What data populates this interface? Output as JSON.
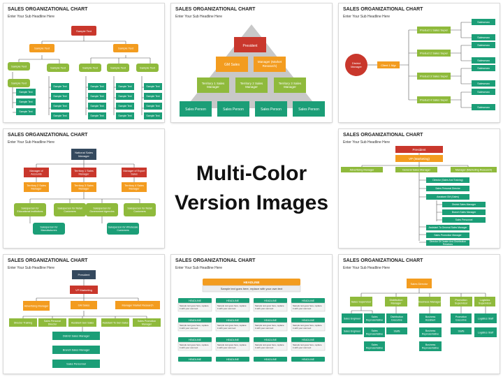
{
  "center": {
    "line1": "Multi-Color",
    "line2": "Version Images"
  },
  "colors": {
    "red": "#c9372c",
    "orange": "#f39c1f",
    "green": "#8fba3c",
    "teal": "#1b9e77",
    "navy": "#34495e",
    "grey": "#999999"
  },
  "slides": [
    {
      "title": "SALES ORGANIZATIONAL CHART",
      "subtitle": "Enter Your Sub Headline Here",
      "top": "Sample Text",
      "level2": [
        "Sample Text",
        "Sample Text"
      ],
      "level3": [
        "Sample Text",
        "Sample Text",
        "Sample Text",
        "Sample Text",
        "Sample Text"
      ],
      "leaf": "Sample Text"
    },
    {
      "title": "SALES ORGANIZATIONAL CHART",
      "subtitle": "Enter Your Sub Headline Here",
      "president": "President",
      "level2": [
        "GM Sales",
        "Manager (Market Research)"
      ],
      "level3": [
        "Territory 1 Sales Manager",
        "Territory 2 Sales Manager",
        "Territory 3 Sales Manager"
      ],
      "level4": [
        "Sales Person",
        "Sales Person",
        "Sales Person",
        "Sales Person"
      ]
    },
    {
      "title": "SALES ORGANIZATIONAL CHART",
      "subtitle": "Enter Your Sub Headline Here",
      "district": "District Manager",
      "client": "Client 1 Mgr",
      "supers": [
        "Product 1 Sales Super",
        "Product 2 Sales Super",
        "Product 3 Sales Super",
        "Product 4 Sales Super"
      ],
      "salesman": "Salesman"
    },
    {
      "title": "SALES ORGANIZATIONAL CHART",
      "subtitle": "Enter Your Sub Headline Here",
      "top": "National Sales Manager",
      "level2": [
        "Manager of Accounts",
        "Territory 1 Sales Manager",
        "Manager of Export Sales"
      ],
      "level3": [
        "Territory 2 Sales Manager",
        "Territory 3 Sales Manager",
        "Territory 4 Sales Manager"
      ],
      "level4": [
        "Salesperson for Educational Institutions",
        "Salesperson for Retail Customers",
        "Salesperson for Government Agencies",
        "Salesperson for Retail Customers"
      ],
      "level5": [
        "Salesperson for Manufacturers",
        "Salesperson for Wholesale Customers"
      ]
    },
    {
      "title": "SALES ORGANIZATIONAL CHART",
      "subtitle": "Enter Your Sub Headline Here",
      "president": "President",
      "vp": "VP (Marketing)",
      "level3": [
        "Advertising Manager",
        "General Sales Manager",
        "Manager (Marketing Research)"
      ],
      "list": [
        "Director (Sales And Training)",
        "Sales Personal Director",
        "Assistant GM (Sales)",
        "District Sales Manager",
        "Branch Sales Manager",
        "Sales Personnel",
        "Assistant To General Sales Manager",
        "Sales Promotion Manager",
        "Director Of Dealer And Distribution Relations"
      ]
    },
    {
      "title": "SALES ORGANIZATIONAL CHART",
      "subtitle": "Enter Your Sub Headline Here",
      "president": "President",
      "vp": "VP Marketing",
      "level3": [
        "Advertising Manager",
        "GM Sales",
        "Manager Market Research"
      ],
      "level4": [
        "Director Training",
        "Sales Personal Director",
        "Assistant Gen Sales",
        "Assistant To Gen Sales",
        "Sales Promotion Manager"
      ],
      "chain": [
        "District Sales Manager",
        "Branch Sales Manager",
        "Sales Personnel"
      ]
    },
    {
      "title": "SALES ORGANIZATIONAL CHART",
      "subtitle": "Enter Your Sub Headline Here",
      "headline": "HEADLINE",
      "sample": "Sample text goes here, replace with your own text",
      "cell_title": "HEADLINE",
      "cell_text": "Sample text goes here, replace it with your own text"
    },
    {
      "title": "SALES ORGANIZATIONAL CHART",
      "subtitle": "Enter Your Sub Headline Here",
      "top": "Sales Director",
      "level2": [
        "Sales Supervisor",
        "Distribution Manager",
        "Business Manager",
        "Promotion Supervisor",
        "Logistics Supervisor"
      ],
      "col1": [
        "Sales Engineer",
        "Sales Representative",
        "Sales Engineer"
      ],
      "col2": [
        "Sales Representative",
        "Distribution Executive",
        "Staffs",
        "Sales Representative"
      ],
      "col3": [
        "Business Assistant",
        "Business Representative",
        "Business Representative",
        "Business Representative"
      ],
      "col4": [
        "Promotion Executive",
        "Staffs"
      ],
      "col5": [
        "Logistics Staff",
        "Logistics Staff"
      ]
    }
  ]
}
